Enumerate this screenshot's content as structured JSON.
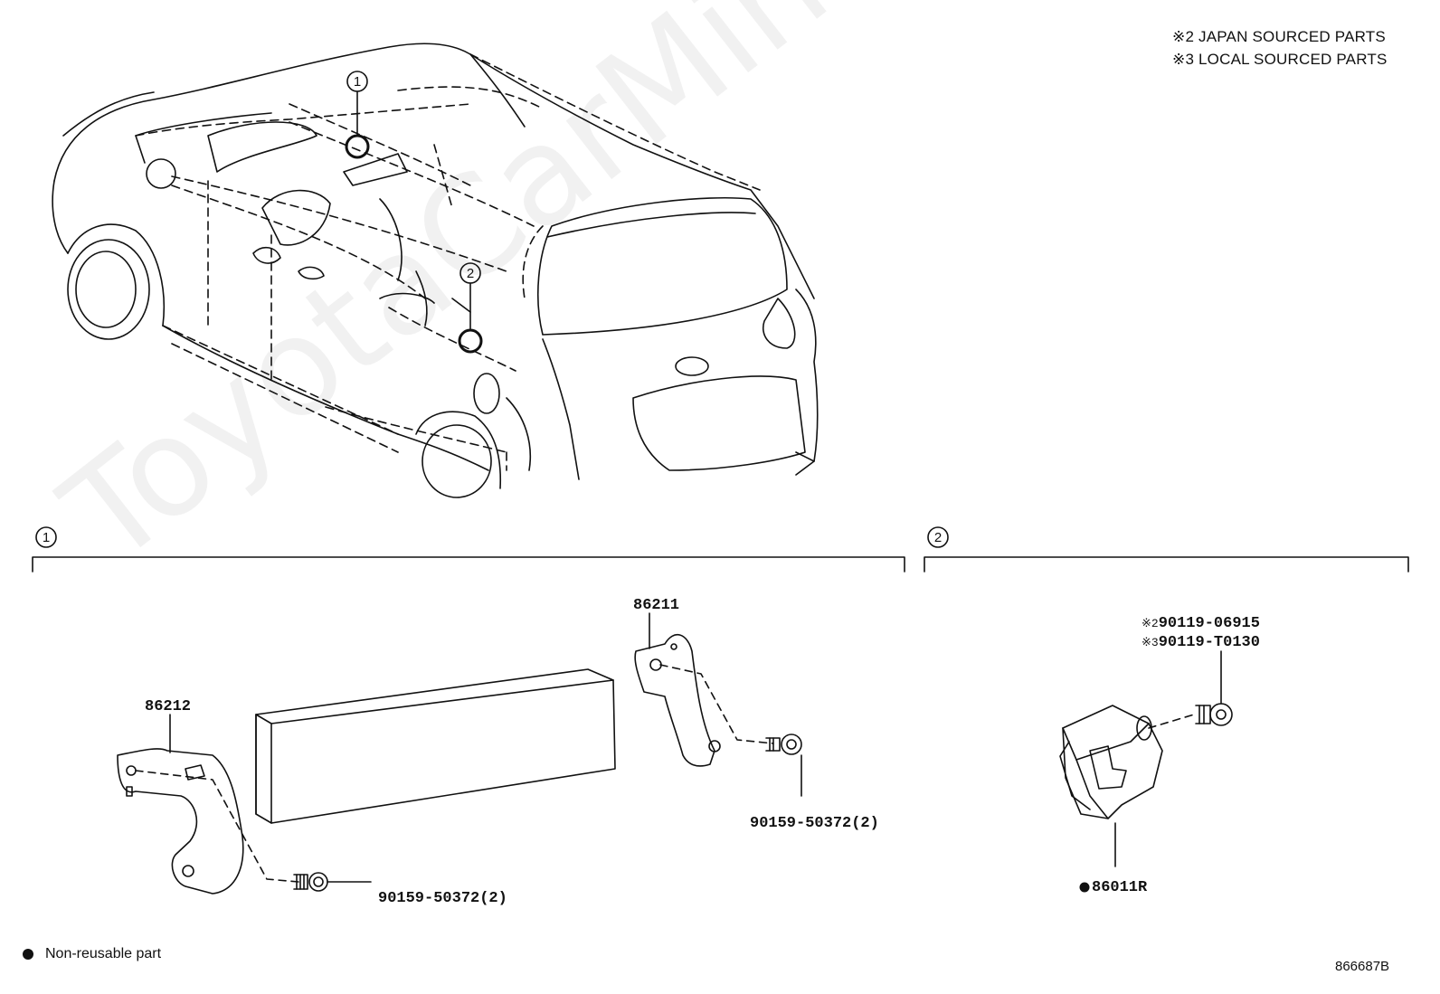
{
  "legend": {
    "japan": "※2 JAPAN SOURCED PARTS",
    "local": "※3 LOCAL SOURCED PARTS"
  },
  "callouts": {
    "one": "1",
    "two": "2"
  },
  "parts": {
    "bracket_left": "86212",
    "bracket_right": "86211",
    "bolt_left": "90159-50372(2)",
    "bolt_right": "90159-50372(2)",
    "bolt_japan_prefix": "※2",
    "bolt_japan": "90119-06915",
    "bolt_local_prefix": "※3",
    "bolt_local": "90119-T0130",
    "amp": "86011R"
  },
  "footer": {
    "nonreusable": "Non-reusable part",
    "diagram_code": "866687B"
  },
  "watermark": "ToyotaCarMine.ru"
}
